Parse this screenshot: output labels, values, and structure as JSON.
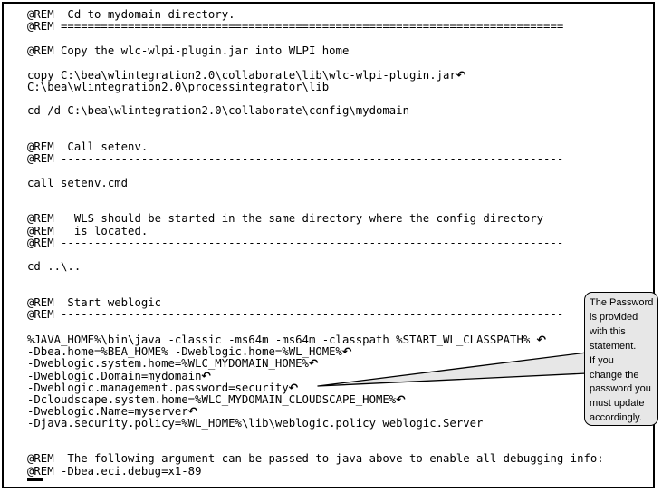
{
  "colors": {
    "background": "#ffffff",
    "border": "#000000",
    "text": "#000000",
    "callout_fill": "#e7e7e7"
  },
  "icons": {
    "continuation_arrow": "↶"
  },
  "code": {
    "lines": [
      {
        "text": "@REM  Cd to mydomain directory.",
        "arrow": false
      },
      {
        "text": "@REM ===========================================================================",
        "arrow": false
      },
      {
        "text": "",
        "arrow": false
      },
      {
        "text": "@REM Copy the wlc-wlpi-plugin.jar into WLPI home",
        "arrow": false
      },
      {
        "text": "",
        "arrow": false
      },
      {
        "text": "copy C:\\bea\\wlintegration2.0\\collaborate\\lib\\wlc-wlpi-plugin.jar",
        "arrow": true
      },
      {
        "text": "C:\\bea\\wlintegration2.0\\processintegrator\\lib",
        "arrow": false
      },
      {
        "text": "",
        "arrow": false
      },
      {
        "text": "cd /d C:\\bea\\wlintegration2.0\\collaborate\\config\\mydomain",
        "arrow": false
      },
      {
        "text": "",
        "arrow": false
      },
      {
        "text": "",
        "arrow": false
      },
      {
        "text": "@REM  Call setenv.",
        "arrow": false
      },
      {
        "text": "@REM ---------------------------------------------------------------------------",
        "arrow": false
      },
      {
        "text": "",
        "arrow": false
      },
      {
        "text": "call setenv.cmd",
        "arrow": false
      },
      {
        "text": "",
        "arrow": false
      },
      {
        "text": "",
        "arrow": false
      },
      {
        "text": "@REM   WLS should be started in the same directory where the config directory",
        "arrow": false
      },
      {
        "text": "@REM   is located.",
        "arrow": false
      },
      {
        "text": "@REM ---------------------------------------------------------------------------",
        "arrow": false
      },
      {
        "text": "",
        "arrow": false
      },
      {
        "text": "cd ..\\..",
        "arrow": false
      },
      {
        "text": "",
        "arrow": false
      },
      {
        "text": "",
        "arrow": false
      },
      {
        "text": "@REM  Start weblogic",
        "arrow": false
      },
      {
        "text": "@REM ---------------------------------------------------------------------------",
        "arrow": false
      },
      {
        "text": "",
        "arrow": false
      },
      {
        "text": "%JAVA_HOME%\\bin\\java -classic -ms64m -ms64m -classpath %START_WL_CLASSPATH% ",
        "arrow": true
      },
      {
        "text": "-Dbea.home=%BEA_HOME% -Dweblogic.home=%WL_HOME%",
        "arrow": true
      },
      {
        "text": "-Dweblogic.system.home=%WLC_MYDOMAIN_HOME%",
        "arrow": true
      },
      {
        "text": "-Dweblogic.Domain=mydomain",
        "arrow": true
      },
      {
        "text": "-Dweblogic.management.password=security",
        "arrow": true
      },
      {
        "text": "-Dcloudscape.system.home=%WLC_MYDOMAIN_CLOUDSCAPE_HOME%",
        "arrow": true
      },
      {
        "text": "-Dweblogic.Name=myserver",
        "arrow": true
      },
      {
        "text": "-Djava.security.policy=%WL_HOME%\\lib\\weblogic.policy weblogic.Server",
        "arrow": false
      },
      {
        "text": "",
        "arrow": false
      },
      {
        "text": "",
        "arrow": false
      },
      {
        "text": "@REM  The following argument can be passed to java above to enable all debugging info:",
        "arrow": false
      },
      {
        "text": "@REM -Dbea.eci.debug=x1-89",
        "arrow": false
      }
    ]
  },
  "callout": {
    "lines": [
      "The Password",
      "is provided",
      "with this",
      "statement.",
      "If you",
      "change the",
      "password you",
      "must update",
      "accordingly."
    ]
  }
}
